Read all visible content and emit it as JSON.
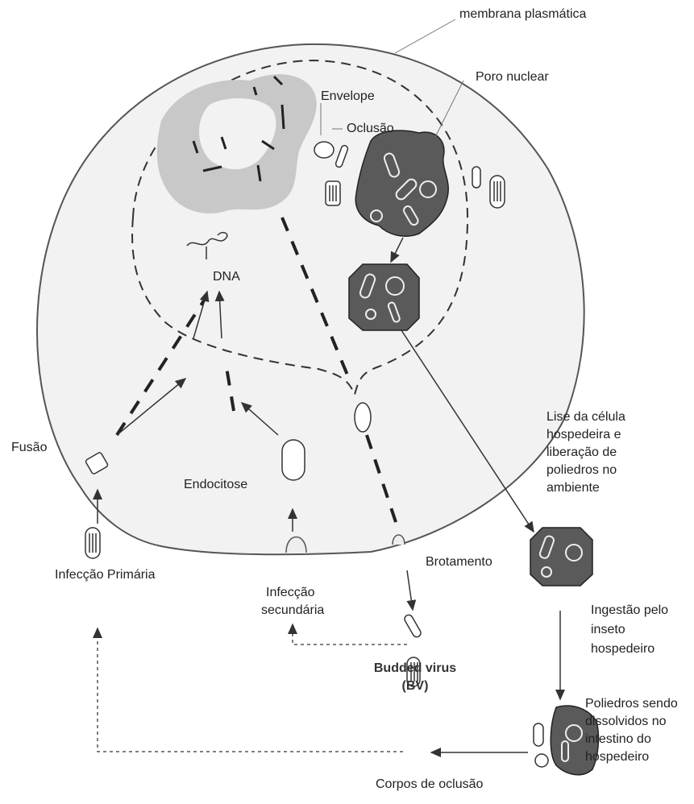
{
  "labels": {
    "membrana": "membrana plasmática",
    "poro": "Poro nuclear",
    "envelope": "Envelope",
    "oclusao": "Oclusão",
    "dna": "DNA",
    "fusao": "Fusão",
    "endocitose": "Endocitose",
    "infeccao_primaria": "Infecção Primária",
    "infeccao_secundaria_1": "Infecção",
    "infeccao_secundaria_2": "secundária",
    "brotamento": "Brotamento",
    "budded_1": "Budded virus",
    "budded_2": "(BV)",
    "lise": [
      "Lise da célula",
      "hospedeira e",
      "liberação de",
      "poliedros no",
      "ambiente"
    ],
    "ingestao": [
      "Ingestão pelo",
      "inseto",
      "hospedeiro"
    ],
    "poliedros": [
      "Poliedros sendo",
      "dissolvidos no",
      "intestino do",
      "hospedeiro"
    ],
    "corpos": "Corpos de oclusão"
  },
  "colors": {
    "cell_fill": "#f2f2f2",
    "chromatin": "#c8c8c8",
    "polyhedron": "#5a5a5a",
    "line": "#333333"
  }
}
